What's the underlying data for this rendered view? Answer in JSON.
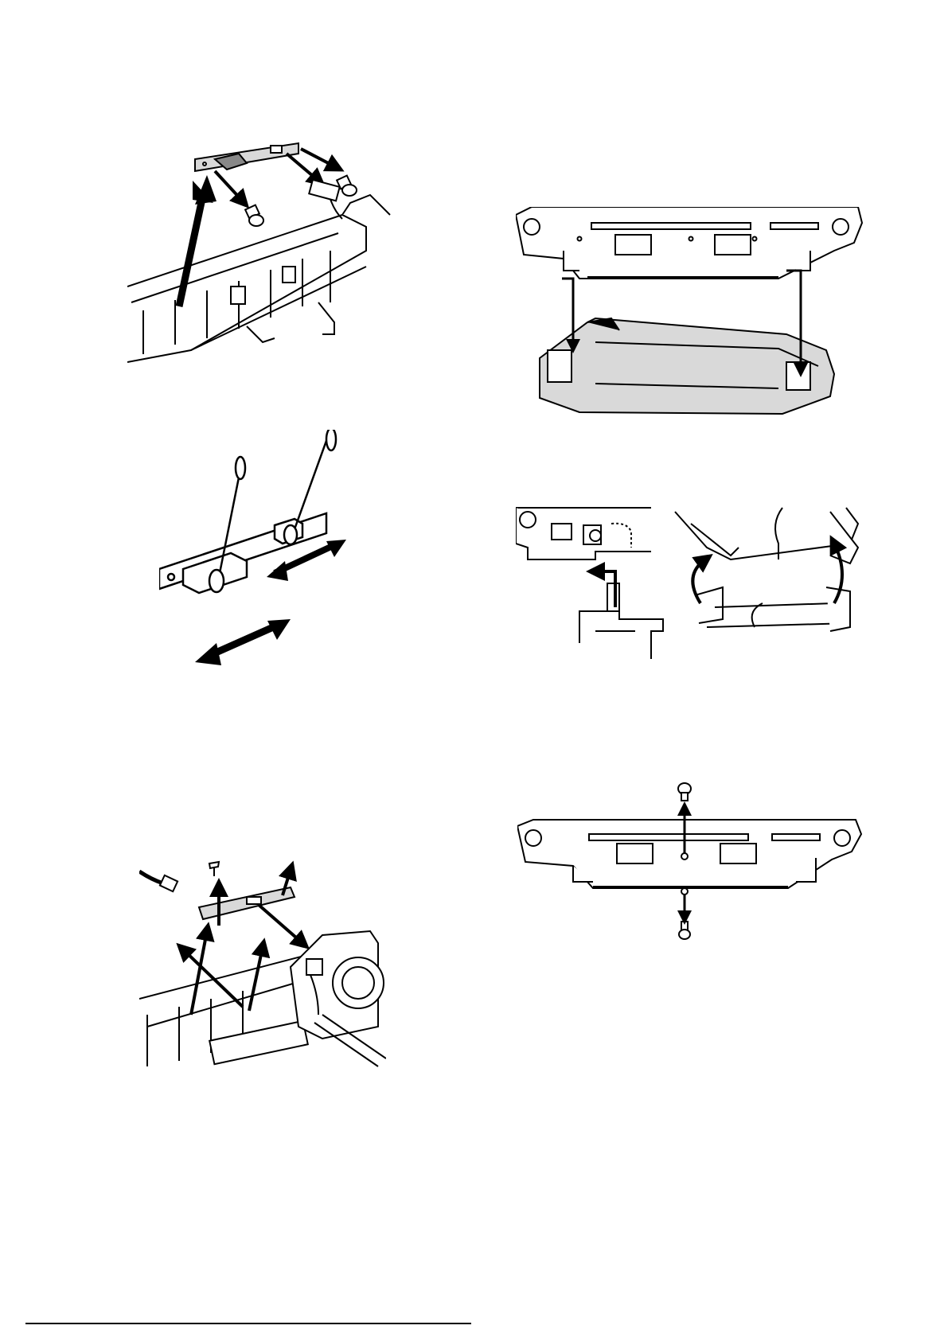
{
  "footer": {
    "text": ""
  },
  "colors": {
    "ink": "#000000",
    "panel_fill": "#d9d9d9",
    "paper": "#ffffff"
  },
  "figures": [
    {
      "id": "fig1",
      "icon": "pcb-removal-diagram"
    },
    {
      "id": "fig2",
      "icon": "swab-cleaning-diagram"
    },
    {
      "id": "fig3",
      "icon": "board-removal-diagram"
    },
    {
      "id": "fig4",
      "icon": "frame-separation-diagram"
    },
    {
      "id": "fig5",
      "icon": "latch-release-diagram"
    },
    {
      "id": "fig6",
      "icon": "screw-removal-diagram"
    }
  ]
}
